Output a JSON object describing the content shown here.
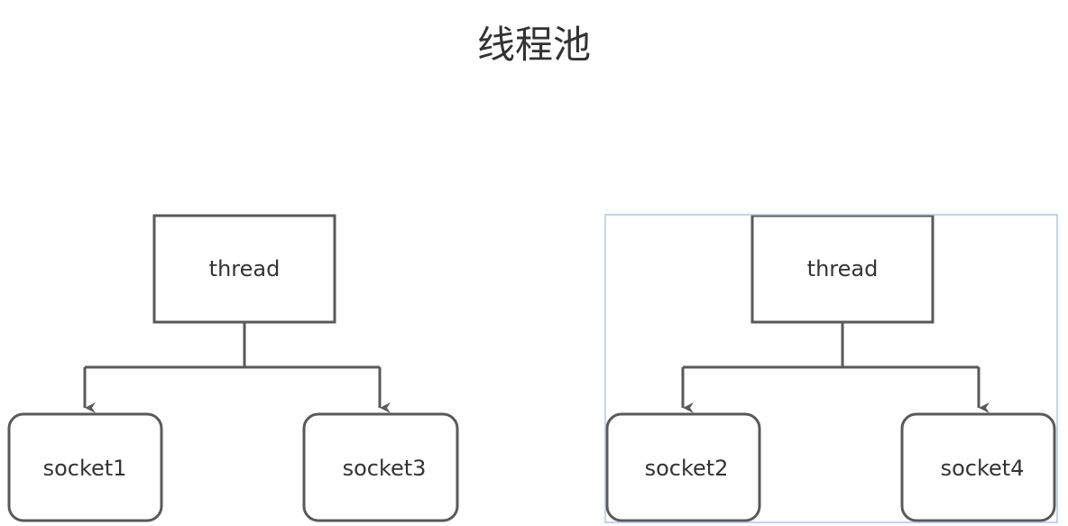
{
  "title": "线程池",
  "colors": {
    "stroke": "#595959",
    "text": "#333333",
    "selection": "#a8c8e8",
    "background": "#ffffff"
  },
  "groups": [
    {
      "thread_label": "thread",
      "sockets": [
        "socket1",
        "socket3"
      ],
      "selected": false
    },
    {
      "thread_label": "thread",
      "sockets": [
        "socket2",
        "socket4"
      ],
      "selected": true
    }
  ]
}
